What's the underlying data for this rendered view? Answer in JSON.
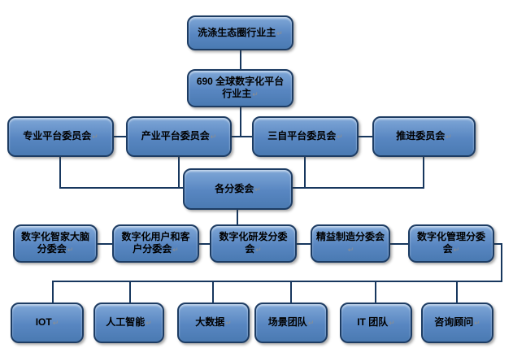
{
  "return_mark": "↵",
  "colors": {
    "node_fill_top": "#7fa7d7",
    "node_fill_mid": "#5886c1",
    "node_fill_bottom": "#4a7ab2",
    "node_border": "#1d3c63",
    "connector": "#17375e",
    "page_background": "#ffffff",
    "text": "#000000",
    "mark": "#8f8f8f"
  },
  "nodes": {
    "root": {
      "label": "洗涤生态圈行业主"
    },
    "platform": {
      "label": "690 全球数字化平台行业主"
    },
    "row3": [
      {
        "label": "专业平台委员会"
      },
      {
        "label": "产业平台委员会"
      },
      {
        "label": "三自平台委员会"
      },
      {
        "label": "推进委员会"
      }
    ],
    "hub": {
      "label": "各分委会"
    },
    "row5": [
      {
        "label": "数字化智家大脑分委会"
      },
      {
        "label": "数字化用户和客户分委会"
      },
      {
        "label": "数字化研发分委会"
      },
      {
        "label": "精益制造分委会"
      },
      {
        "label": "数字化管理分委会"
      }
    ],
    "row6": [
      {
        "label": "IOT"
      },
      {
        "label": "人工智能"
      },
      {
        "label": "大数据"
      },
      {
        "label": "场景团队"
      },
      {
        "label": "IT 团队"
      },
      {
        "label": "咨询顾问"
      }
    ]
  }
}
